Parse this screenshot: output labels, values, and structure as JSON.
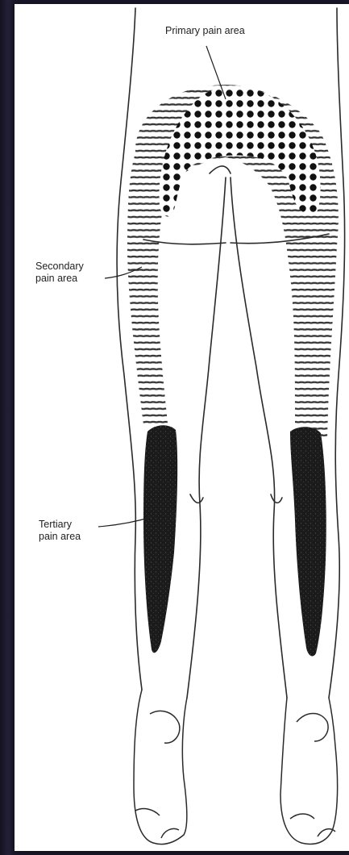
{
  "labels": {
    "primary": "Primary pain area",
    "secondary_line1": "Secondary",
    "secondary_line2": "pain area",
    "tertiary_line1": "Tertiary",
    "tertiary_line2": "pain area"
  },
  "colors": {
    "outline": "#2a2a2a",
    "primary_dots": "#111111",
    "secondary_stripes": "#3a3a3a",
    "tertiary_fill": "#1e1e1e",
    "background_frame": "#1c1a2c",
    "paper": "#ffffff"
  },
  "icons": {
    "figure": "legs-posterior-view-pain-map"
  }
}
